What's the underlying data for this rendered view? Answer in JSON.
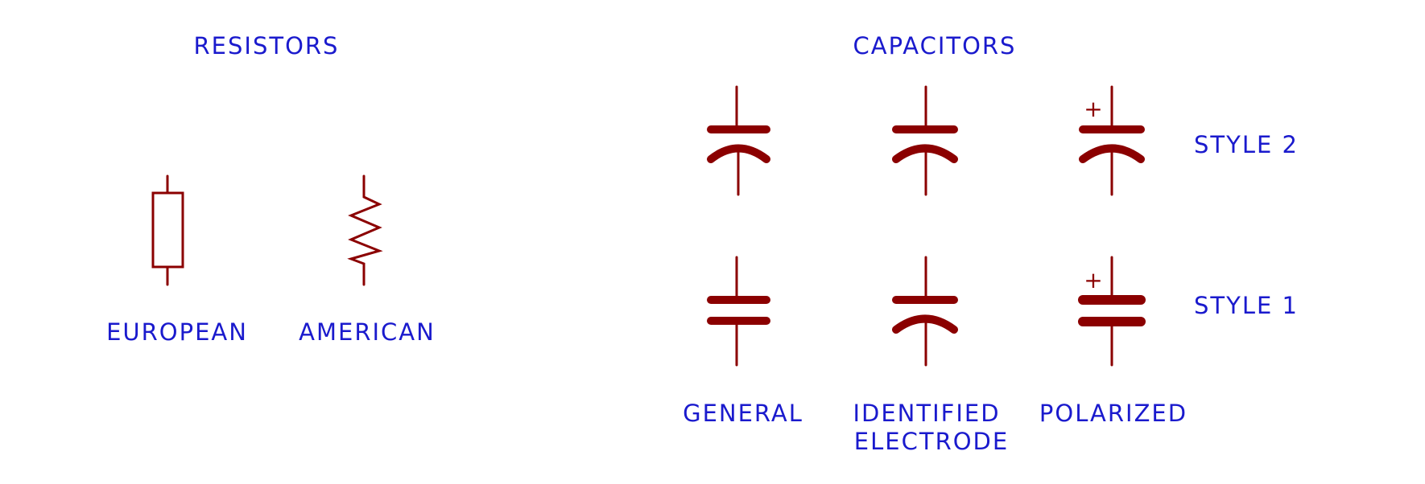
{
  "colors": {
    "label": "#1a1acd",
    "symbol": "#8b0000",
    "background": "#ffffff"
  },
  "resistors": {
    "title": "RESISTORS",
    "european_label": "EUROPEAN",
    "american_label": "AMERICAN"
  },
  "capacitors": {
    "title": "CAPACITORS",
    "columns": {
      "general": "GENERAL",
      "identified_line1": "IDENTIFIED",
      "identified_line2": "ELECTRODE",
      "polarized": "POLARIZED"
    },
    "rows": {
      "style2": "STYLE  2",
      "style1": "STYLE  1"
    },
    "plus_sign": "+"
  }
}
